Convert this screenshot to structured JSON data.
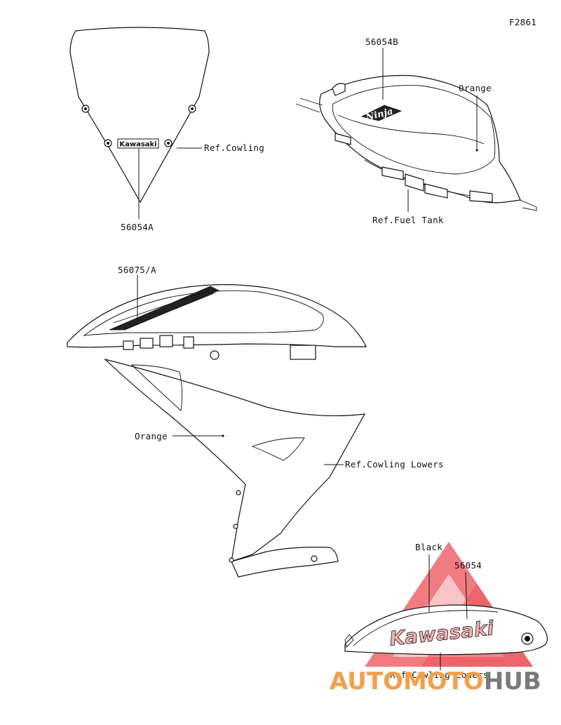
{
  "figure_id": "F2861",
  "parts": {
    "windshield_decal": "56054A",
    "windshield_ref": "Ref.Cowling",
    "windshield_logo": "Kawasaki",
    "tank_decal": "56054B",
    "tank_color": "Orange",
    "tank_ref": "Ref.Fuel Tank",
    "tank_logo": "Ninja",
    "cowling_decal": "56075/A",
    "cowling_color": "Orange",
    "cowling_ref": "Ref.Cowling Lowers",
    "lower_color": "Black",
    "lower_decal": "56054",
    "lower_ref": "Ref.Cowling Lowers",
    "lower_logo": "Kawasaki"
  },
  "watermark": {
    "text_part1": "AUTOMOTO",
    "text_part2": "HUB",
    "color_orange": "#f2a04a",
    "color_red": "#e8333a",
    "color_gray": "#7a7a7a"
  }
}
